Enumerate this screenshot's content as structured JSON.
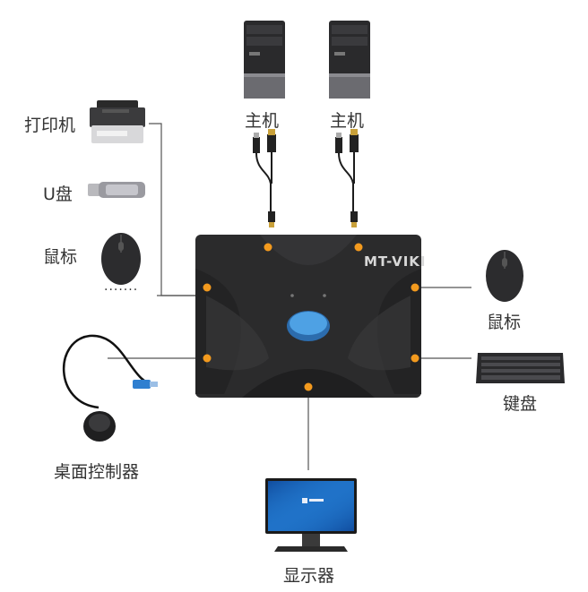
{
  "hub": {
    "brand": "MT-VIKI"
  },
  "labels": {
    "host_left": "主机",
    "host_right": "主机",
    "printer": "打印机",
    "usb_disk": "U盘",
    "mouse_left": "鼠标",
    "more": "·······",
    "mouse_right": "鼠标",
    "keyboard": "键盘",
    "desktop_controller": "桌面控制器",
    "monitor": "显示器"
  },
  "colors": {
    "hub_body": "#2b2b2c",
    "port_dot": "#f39a1e",
    "button": "#3d8fd6",
    "usb_plug": "#2f7fd0"
  }
}
